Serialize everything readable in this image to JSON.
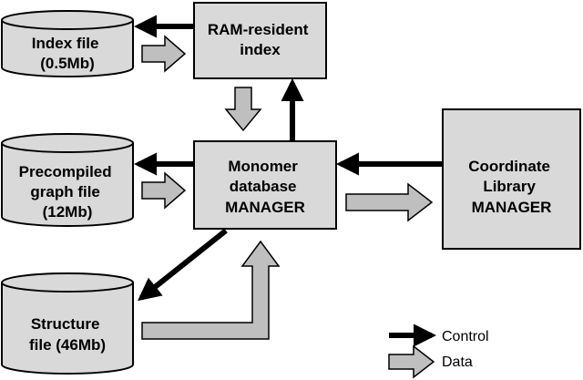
{
  "nodes": {
    "index_file": {
      "lines": [
        "Index file",
        "(0.5Mb)"
      ]
    },
    "precompiled_graph_file": {
      "lines": [
        "Precompiled",
        "graph file",
        "(12Mb)"
      ]
    },
    "structure_file": {
      "lines": [
        "Structure",
        "file (46Mb)"
      ]
    },
    "ram_index": {
      "lines": [
        "RAM-resident",
        "index"
      ]
    },
    "monomer_manager": {
      "lines": [
        "Monomer",
        "database",
        "MANAGER"
      ]
    },
    "coordinate_manager": {
      "lines": [
        "Coordinate",
        "Library",
        "MANAGER"
      ]
    }
  },
  "legend": {
    "control_label": "Control",
    "data_label": "Data"
  },
  "colors": {
    "box_fill": "#d9d9d9",
    "cylinder_fill": "#d9d9d9",
    "data_arrow_fill": "#bfbfbf",
    "control_arrow": "#000000"
  }
}
